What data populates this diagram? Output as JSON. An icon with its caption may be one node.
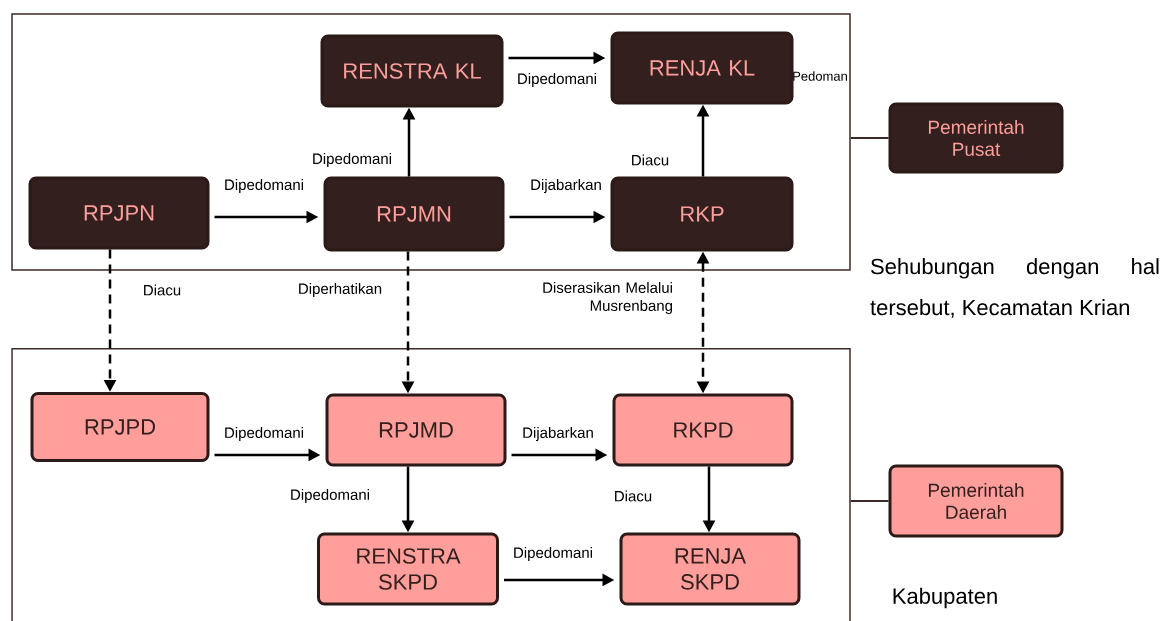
{
  "diagram": {
    "nodes": [
      {
        "text": [],
        "shape": "box"
      },
      {
        "text": [
          "RENSTRA KL"
        ],
        "in": 0
      },
      {
        "text": [
          "RENJA KL"
        ],
        "in": 0
      },
      {
        "text": [
          "RPJPN"
        ],
        "in": 0
      },
      {
        "text": [
          "RPJMN"
        ],
        "in": 0
      },
      {
        "text": [
          "RKP"
        ],
        "in": 0
      },
      {
        "text": [
          "Pemerintah Pusat"
        ]
      },
      {
        "text": [],
        "shape": "box"
      },
      {
        "text": [
          "RPJPD"
        ],
        "in": 7
      },
      {
        "text": [
          "RPJMD"
        ],
        "in": 7
      },
      {
        "text": [
          "RKPD"
        ],
        "in": 7
      },
      {
        "text": [
          "RENSTRA SKPD"
        ],
        "in": 7
      },
      {
        "text": [
          "RENJA SKPD"
        ],
        "in": 7
      },
      {
        "text": [
          "Pemerintah Daerah"
        ]
      }
    ],
    "edges": [
      {
        "from": 1,
        "to": 2,
        "arrow": "to",
        "label": "Dipedomani"
      },
      {
        "from": 4,
        "to": 1,
        "arrow": "to",
        "label": "Dipedomani"
      },
      {
        "from": 3,
        "to": 4,
        "arrow": "to",
        "label": "Dipedomani"
      },
      {
        "from": 4,
        "to": 5,
        "arrow": "to",
        "label": "Dijabarkan"
      },
      {
        "from": 5,
        "to": 2,
        "arrow": "to",
        "label": "Diacu"
      },
      {
        "from": 0,
        "to": 6,
        "arrow": "none"
      },
      {
        "from": 3,
        "to": 8,
        "arrow": "to",
        "label": "Diacu",
        "style": "dashed"
      },
      {
        "from": 4,
        "to": 9,
        "arrow": "to",
        "label": "Diperhatikan",
        "style": "dashed"
      },
      {
        "from": 5,
        "to": 10,
        "arrow": "both",
        "label": "Diserasikan Melalui Musrenbang",
        "style": "dashed"
      },
      {
        "from": 8,
        "to": 9,
        "arrow": "to",
        "label": "Dipedomani"
      },
      {
        "from": 9,
        "to": 10,
        "arrow": "to",
        "label": "Dijabarkan"
      },
      {
        "from": 9,
        "to": 11,
        "arrow": "to",
        "label": "Dipedomani"
      },
      {
        "from": 10,
        "to": 12,
        "arrow": "to",
        "label": "Diacu"
      },
      {
        "from": 11,
        "to": 12,
        "arrow": "to",
        "label": "Dipedomani"
      },
      {
        "from": 7,
        "to": 13,
        "arrow": "none"
      }
    ],
    "labels": [
      "Pedoman",
      "Sehubungan dengan hal tersebut, Kecamatan Krian",
      "Kabupaten"
    ]
  }
}
